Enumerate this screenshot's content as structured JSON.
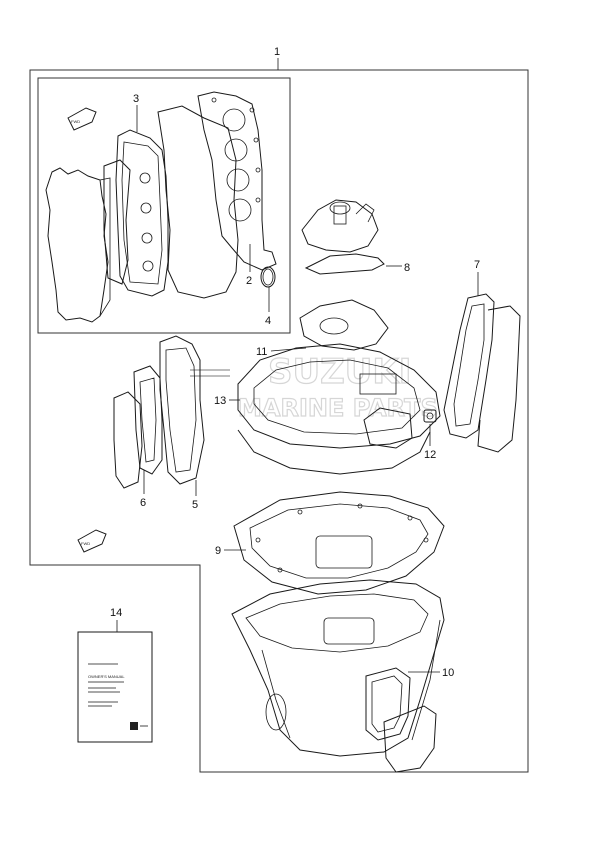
{
  "callouts": {
    "c1": "1",
    "c2": "2",
    "c3": "3",
    "c4": "4",
    "c5": "5",
    "c6": "6",
    "c7": "7",
    "c8": "8",
    "c9": "9",
    "c10": "10",
    "c11": "11",
    "c12": "12",
    "c13": "13",
    "c14": "14"
  },
  "fwd_badges": [
    "FWD",
    "FWD"
  ],
  "manual": {
    "title": "OWNER'S MANUAL"
  },
  "watermark": {
    "line1": "SUZUKI",
    "line2": "MARINE PARTS"
  }
}
